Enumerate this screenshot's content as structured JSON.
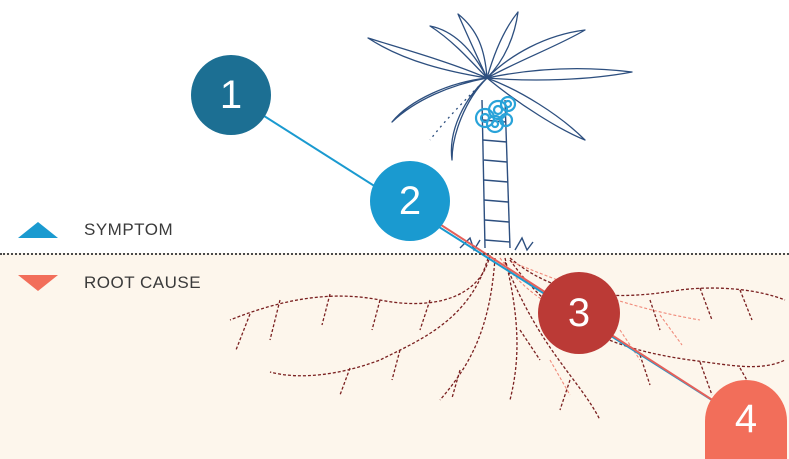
{
  "legend": {
    "symptom": {
      "label": "SYMPTOM",
      "color": "#1a9ad0"
    },
    "root_cause": {
      "label": "ROOT CAUSE",
      "color": "#f26e5a"
    }
  },
  "stages": [
    {
      "label": "1",
      "color": "#1c6f93"
    },
    {
      "label": "2",
      "color": "#1a9ad0"
    },
    {
      "label": "3",
      "color": "#bb3a36"
    },
    {
      "label": "4",
      "color": "#f26e5a"
    }
  ],
  "colors": {
    "soil": "#fdf6ec",
    "tree_line": "#2d4f7f",
    "fruit": "#29a3d9",
    "roots": "#7a2020",
    "roots_light": "#f08a7a"
  }
}
